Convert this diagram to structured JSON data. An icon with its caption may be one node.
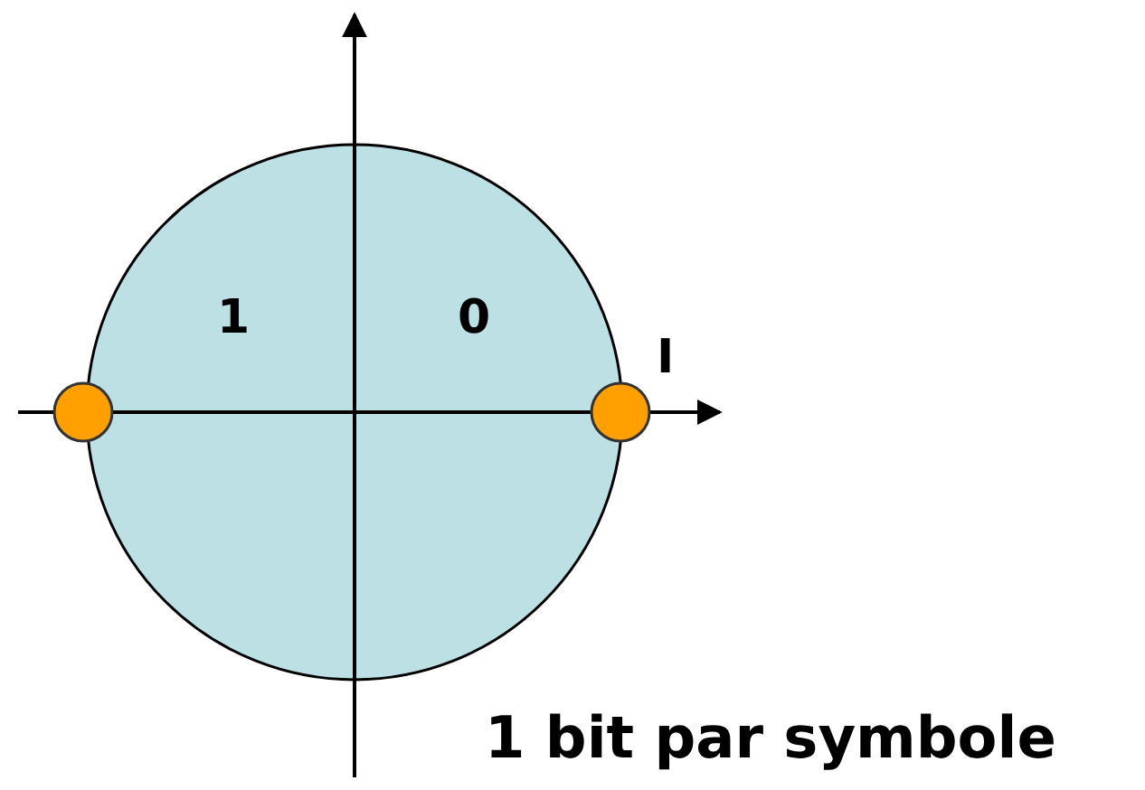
{
  "diagram": {
    "labels": [
      "1",
      "0",
      "I",
      "1 bit par symbole"
    ]
  }
}
